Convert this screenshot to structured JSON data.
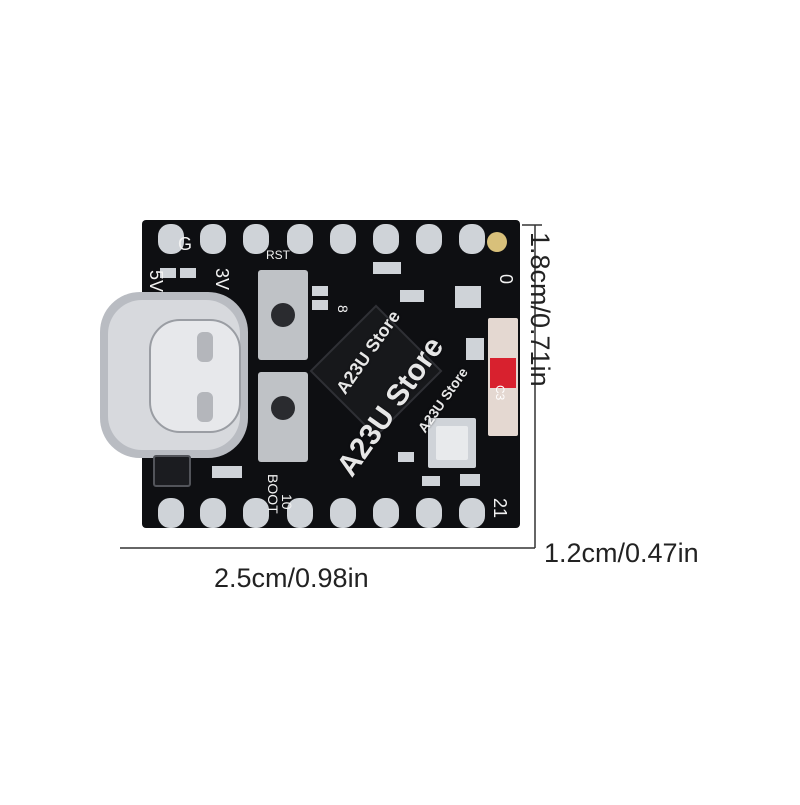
{
  "dimensions": {
    "length": "2.5cm/0.98in",
    "width": "1.8cm/0.71in",
    "height": "1.2cm/0.47in"
  },
  "board": {
    "chip_label": "C3",
    "pin_start": "0",
    "pin_end": "21",
    "labels": {
      "five_v": "5V",
      "gnd": "G",
      "three_v": "3V",
      "rst": "RST",
      "boot": "BOOT",
      "eight": "8",
      "ten": "10"
    }
  },
  "watermark": {
    "text": "A23U Store"
  },
  "colors": {
    "pcb": "#0e0f12",
    "pad": "#cfd3d8",
    "chip": "#17181b",
    "tag": "#d8212e",
    "usb": "#b9bcc2"
  }
}
